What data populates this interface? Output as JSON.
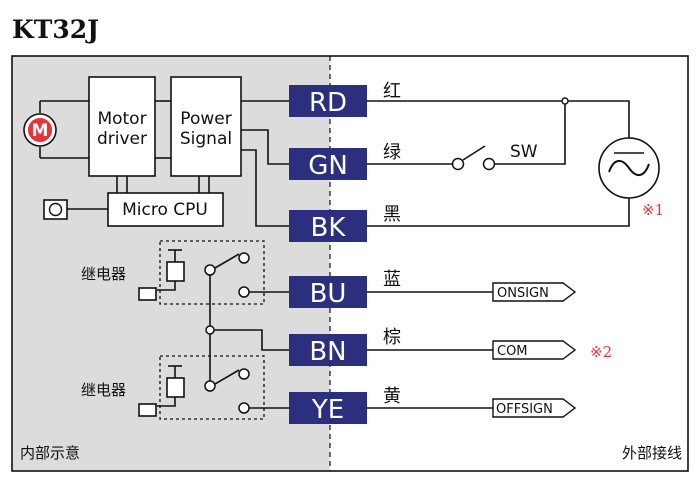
{
  "title": "KT32J",
  "internal": {
    "label": "内部示意",
    "motor_symbol": "M",
    "motor_driver": [
      "Motor",
      "driver"
    ],
    "power_signal": [
      "Power",
      "Signal"
    ],
    "micro_cpu": "Micro CPU",
    "relay_label": "继电器"
  },
  "external": {
    "label": "外部接线",
    "switch_label": "SW",
    "note1": "※1",
    "note2": "※2"
  },
  "wires": [
    {
      "code": "RD",
      "color_cn": "红"
    },
    {
      "code": "GN",
      "color_cn": "绿"
    },
    {
      "code": "BK",
      "color_cn": "黑"
    },
    {
      "code": "BU",
      "color_cn": "蓝",
      "signal": "ONSIGN"
    },
    {
      "code": "BN",
      "color_cn": "棕",
      "signal": "COM"
    },
    {
      "code": "YE",
      "color_cn": "黄",
      "signal": "OFFSIGN"
    }
  ],
  "colors": {
    "panel_bg": "#dcdcdc",
    "pin_box": "#2b2f7e",
    "motor": "#e8323c",
    "note": "#e8323c"
  }
}
